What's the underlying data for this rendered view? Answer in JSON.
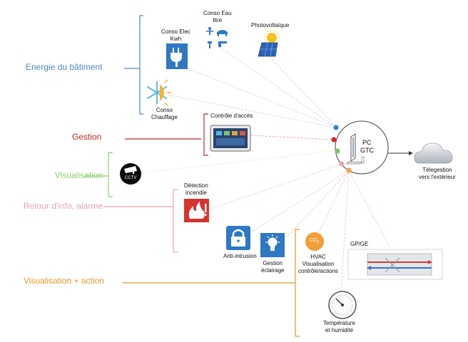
{
  "categories": {
    "energie": {
      "label": "Energie du bâtiment",
      "color": "#4f86c6"
    },
    "gestion": {
      "label": "Gestion",
      "color": "#c0282d"
    },
    "visualisation": {
      "label": "Visualisation",
      "color": "#8fce72"
    },
    "retour": {
      "label": "Retour d'info, alarme",
      "color": "#e8a6ad"
    },
    "visu_action": {
      "label": "Visualisation + action",
      "color": "#e59a2b"
    }
  },
  "devices": {
    "conso_elec": [
      "Conso Elec",
      "Kwh"
    ],
    "conso_eau": [
      "Conso Eau",
      "litre"
    ],
    "photovoltaique": "Photovoltaïque",
    "conso_chauffage": [
      "Conso",
      "Chauffage"
    ],
    "controle_acces": "Contrôle d'accès",
    "cctv": "CCTV",
    "detection_incendie": [
      "Détection",
      "incendie"
    ],
    "anti_intrusion": "Anti-intrusion",
    "gestion_eclairage": [
      "Gestion",
      "éclairage"
    ],
    "hvac": [
      "HVAC",
      "Visualisation",
      "contrôle/actions"
    ],
    "co2": "CO",
    "co2_sub": "2",
    "gp_ge": "GP/GE",
    "temperature": [
      "Température",
      "et humidité"
    ]
  },
  "hub": {
    "line1": "PC",
    "line2": "GTC"
  },
  "cloud": {
    "label_line1": "Télegestion",
    "label_line2": "vers l'extérieur"
  },
  "icons": {
    "conso_elec": "plug-icon",
    "conso_eau": "water-tap-icon",
    "photovoltaique": "solar-panel-icon",
    "conso_chauffage": "snowflake-sun-icon",
    "controle_acces": "tablet-icon",
    "cctv": "cctv-camera-icon",
    "detection_incendie": "fire-alarm-icon",
    "anti_intrusion": "padlock-icon",
    "gestion_eclairage": "lightbulb-icon",
    "hvac": "co2-icon",
    "gp_ge": "air-handling-unit-icon",
    "temperature": "gauge-icon",
    "hub": "computer-icon",
    "cloud": "cloud-icon"
  },
  "colors": {
    "node_blue": "#3d7fd1",
    "node_red": "#d2262b",
    "node_green": "#7cc46a",
    "node_pink": "#f2a4b2",
    "node_orange": "#f0a04b",
    "icon_blue": "#2f78c4",
    "icon_red": "#d6332f",
    "icon_orange": "#f0a03a"
  }
}
